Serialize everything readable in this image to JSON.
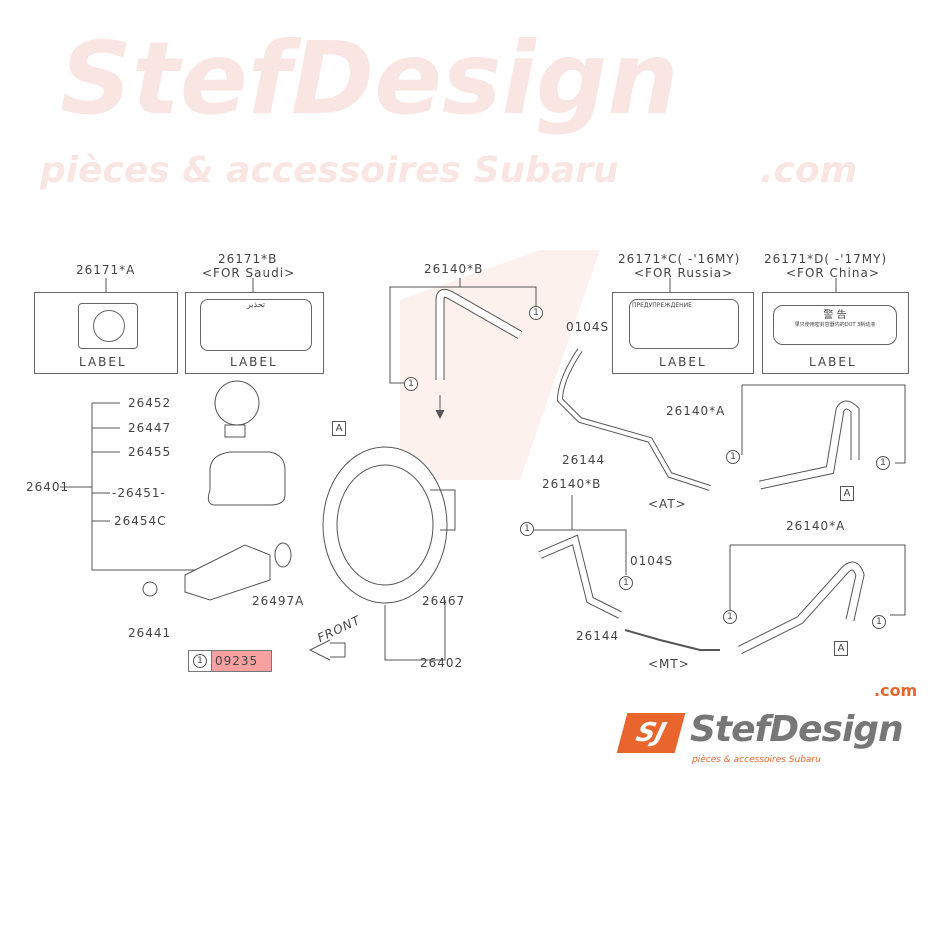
{
  "labels": {
    "p26171a": "26171*A",
    "p26171b": "26171*B",
    "saudi": "<FOR Saudi>",
    "p26171c": "26171*C( -'16MY)",
    "russia": "<FOR Russia>",
    "p26171d": "26171*D( -'17MY)",
    "china": "<FOR China>",
    "label": "LABEL",
    "p26140b_top": "26140*B",
    "p0104s_top": "0104S",
    "p26452": "26452",
    "p26447": "26447",
    "p26455": "26455",
    "p26401": "26401",
    "p26451": "-26451-",
    "p26454c": "26454C",
    "p26497a": "26497A",
    "p26441": "26441",
    "p26467": "26467",
    "p26402": "26402",
    "p26140a_top": "26140*A",
    "p26144_top": "26144",
    "at": "<AT>",
    "p26140b_mid": "26140*B",
    "p0104s_mid": "0104S",
    "p26140a_mid": "26140*A",
    "p26144_mid": "26144",
    "mt": "<MT>",
    "front": "FRONT",
    "footnote_num": "1",
    "footnote_code": "09235",
    "circle_one": "1",
    "ref_a": "A"
  },
  "label_text": {
    "saudi_warning": "تحذير",
    "russia_warning": "ПРЕДУПРЕЖДЕНИЕ",
    "china_warning": "警 告",
    "china_small": "果只使用密封容器内的DOT 3制动液"
  },
  "watermark": {
    "brand": "StefDesign",
    ".com": ".com",
    "tagline": "pièces & accessoires Subaru"
  },
  "logo": {
    "brand": "StefDesign",
    "com": ".com",
    "tagline": "pièces & accessoires Subaru",
    "accent": "#e8662e"
  }
}
